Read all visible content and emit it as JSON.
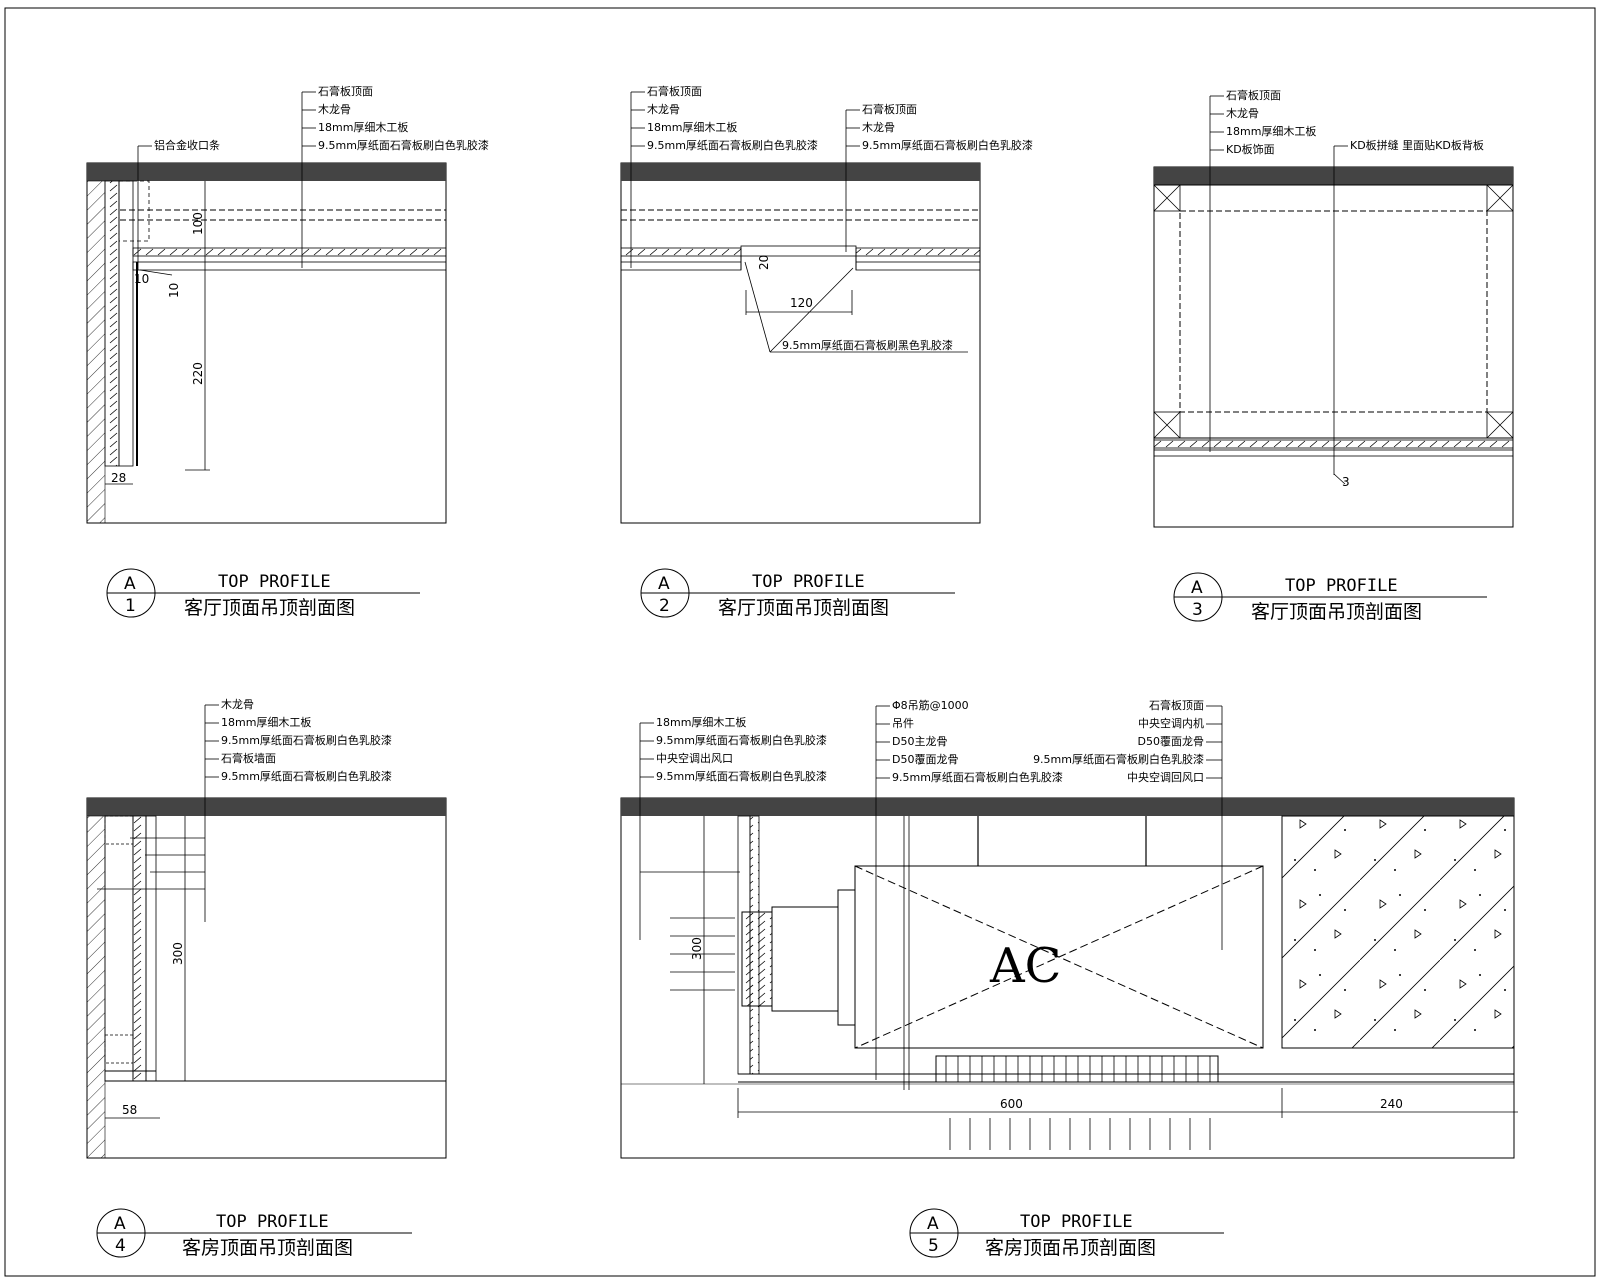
{
  "a1": {
    "labels": [
      "石膏板顶面",
      "木龙骨",
      "18mm厚细木工板",
      "9.5mm厚纸面石膏板刷白色乳胶漆"
    ],
    "trim_label": "铝合金收口条",
    "dims": [
      "100",
      "10",
      "10",
      "220",
      "28"
    ],
    "title": {
      "badge_top": "A",
      "badge_num": "1",
      "en": "TOP PROFILE",
      "cn": "客厅顶面吊顶剖面图"
    }
  },
  "a2": {
    "labels_left": [
      "石膏板顶面",
      "木龙骨",
      "18mm厚细木工板",
      "9.5mm厚纸面石膏板刷白色乳胶漆"
    ],
    "labels_right": [
      "石膏板顶面",
      "木龙骨",
      "9.5mm厚纸面石膏板刷白色乳胶漆"
    ],
    "label_bottom": "9.5mm厚纸面石膏板刷黑色乳胶漆",
    "dims": [
      "20",
      "120"
    ],
    "title": {
      "badge_top": "A",
      "badge_num": "2",
      "en": "TOP PROFILE",
      "cn": "客厅顶面吊顶剖面图"
    }
  },
  "a3": {
    "labels": [
      "石膏板顶面",
      "木龙骨",
      "18mm厚细木工板",
      "KD板饰面"
    ],
    "label_right": "KD板拼缝 里面贴KD板背板",
    "dims": [
      "3"
    ],
    "title": {
      "badge_top": "A",
      "badge_num": "3",
      "en": "TOP PROFILE",
      "cn": "客厅顶面吊顶剖面图"
    }
  },
  "a4": {
    "labels": [
      "木龙骨",
      "18mm厚细木工板",
      "9.5mm厚纸面石膏板刷白色乳胶漆",
      "石膏板墙面",
      "9.5mm厚纸面石膏板刷白色乳胶漆"
    ],
    "dims": [
      "300",
      "58"
    ],
    "title": {
      "badge_top": "A",
      "badge_num": "4",
      "en": "TOP PROFILE",
      "cn": "客房顶面吊顶剖面图"
    }
  },
  "a5": {
    "labels_left": [
      "18mm厚细木工板",
      "9.5mm厚纸面石膏板刷白色乳胶漆",
      "中央空调出风口",
      "9.5mm厚纸面石膏板刷白色乳胶漆"
    ],
    "labels_mid": [
      "Φ8吊筋@1000",
      "吊件",
      "D50主龙骨",
      "D50覆面龙骨",
      "9.5mm厚纸面石膏板刷白色乳胶漆"
    ],
    "labels_right": [
      "石膏板顶面",
      "中央空调内机",
      "D50覆面龙骨",
      "9.5mm厚纸面石膏板刷白色乳胶漆",
      "中央空调回风口"
    ],
    "unit_label": "AC",
    "dims": [
      "300",
      "600",
      "240"
    ],
    "title": {
      "badge_top": "A",
      "badge_num": "5",
      "en": "TOP PROFILE",
      "cn": "客房顶面吊顶剖面图"
    }
  }
}
